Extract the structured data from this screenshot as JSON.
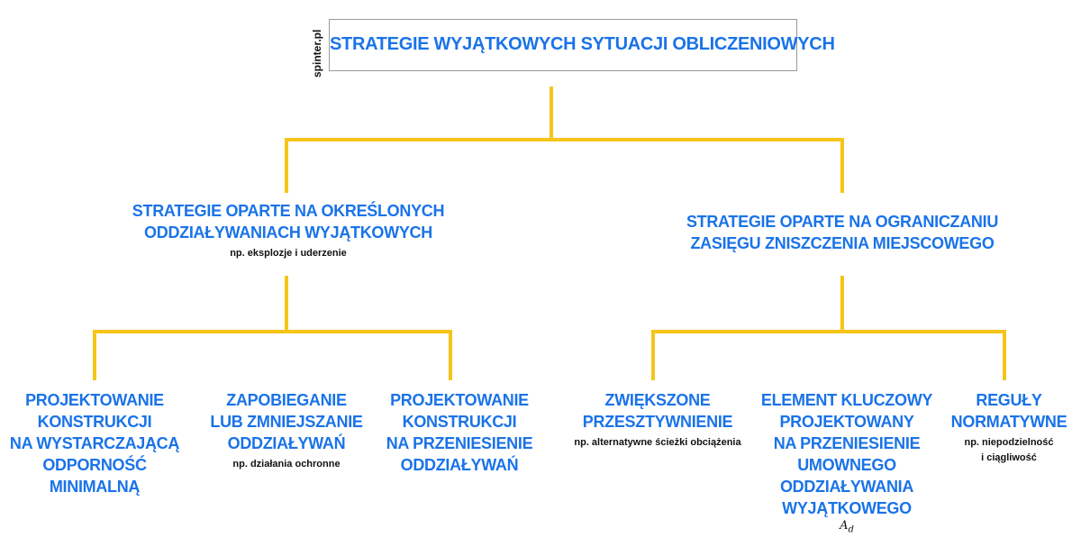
{
  "watermark": "spinter.pl",
  "root": {
    "title": "STRATEGIE WYJĄTKOWYCH SYTUACJI OBLICZENIOWYCH"
  },
  "colors": {
    "connector": "#f5c518",
    "title": "#1a73e8",
    "note": "#111111"
  },
  "left": {
    "title": "STRATEGIE OPARTE NA OKREŚLONYCH\nODDZIAŁYWANIACH WYJĄTKOWYCH",
    "note": "np. eksplozje i uderzenie",
    "children": [
      {
        "title": "PROJEKTOWANIE\nKONSTRUKCJI\nNA WYSTARCZAJĄCĄ\nODPORNOŚĆ MINIMALNĄ",
        "note": ""
      },
      {
        "title": "ZAPOBIEGANIE\nLUB ZMNIEJSZANIE\nODDZIAŁYWAŃ",
        "note": "np. działania ochronne"
      },
      {
        "title": "PROJEKTOWANIE\nKONSTRUKCJI\nNA PRZENIESIENIE\nODDZIAŁYWAŃ",
        "note": ""
      }
    ]
  },
  "right": {
    "title": "STRATEGIE OPARTE NA OGRANICZANIU\nZASIĘGU ZNISZCZENIA MIEJSCOWEGO",
    "note": "",
    "children": [
      {
        "title": "ZWIĘKSZONE\nPRZESZTYWNIENIE",
        "note": "np. alternatywne ścieżki obciążenia"
      },
      {
        "title": "ELEMENT KLUCZOWY\nPROJEKTOWANY\nNA PRZENIESIENIE\nUMOWNEGO\nODDZIAŁYWANIA\nWYJĄTKOWEGO",
        "note": "",
        "symbol": "A",
        "symbol_sub": "d"
      },
      {
        "title": "REGUŁY\nNORMATYWNE",
        "note": "np. niepodzielność\ni ciągliwość"
      }
    ]
  }
}
